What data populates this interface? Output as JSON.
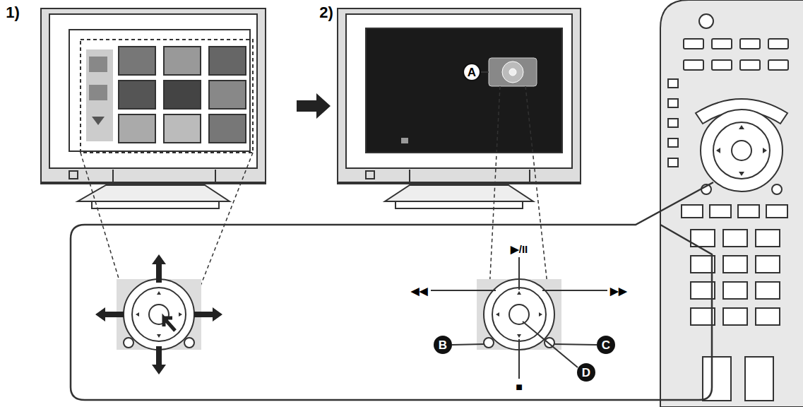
{
  "diagram": {
    "nodes": [
      {
        "text": [
          "A"
        ]
      },
      {
        "text": [
          "B"
        ]
      },
      {
        "text": [
          "C"
        ]
      },
      {
        "text": [
          "D"
        ]
      }
    ],
    "labels": [
      "1)",
      "2)",
      "▶/II",
      "◀◀",
      "▶▶",
      "■"
    ]
  }
}
